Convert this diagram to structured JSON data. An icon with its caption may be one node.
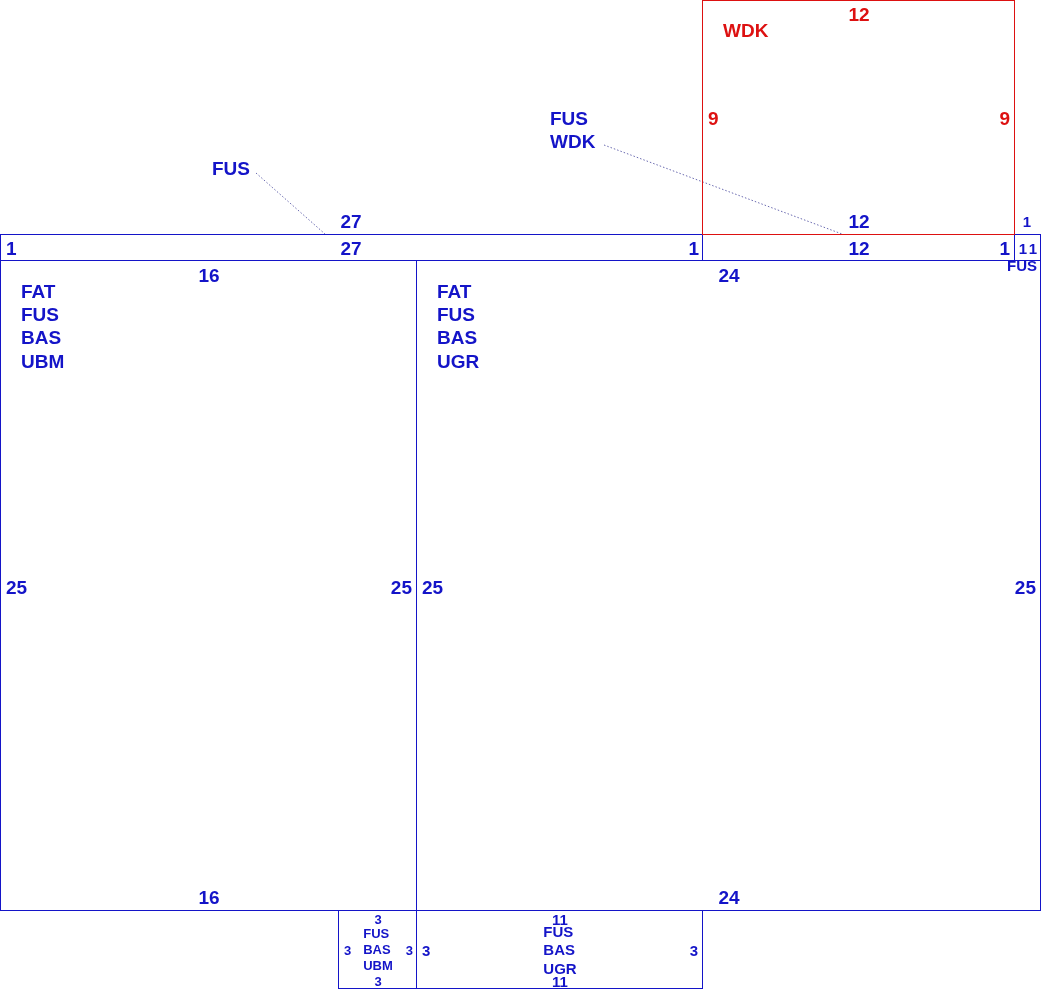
{
  "diagram": {
    "nodes": [
      {
        "text": [
          "1",
          "27",
          "1"
        ],
        "beside": [
          "27"
        ]
      },
      {
        "text": [
          "12",
          "1"
        ],
        "beside": [
          "12"
        ]
      },
      {
        "text": [
          "1",
          "1"
        ],
        "beside": [
          "1",
          "FUS"
        ]
      },
      {
        "text": [
          "16",
          "FAT FUS BAS UBM",
          "25",
          "25",
          "16"
        ]
      },
      {
        "text": [
          "24",
          "FAT FUS BAS UGR",
          "25",
          "25",
          "24"
        ]
      },
      {
        "text": [
          "12",
          "WDK",
          "9",
          "9"
        ]
      },
      {
        "text": [
          "3",
          "3",
          "FUS BAS UBM",
          "3",
          "3"
        ]
      },
      {
        "text": [
          "11",
          "3",
          "FUS BAS UGR",
          "3",
          "11"
        ]
      },
      {
        "text": [
          "FUS"
        ]
      },
      {
        "text": [
          "FUS WDK"
        ]
      }
    ],
    "edges": [
      {
        "from": 8,
        "to": 0,
        "arrow": "none",
        "style": "dashed"
      },
      {
        "from": 9,
        "to": 1,
        "arrow": "none",
        "style": "dashed"
      }
    ]
  }
}
